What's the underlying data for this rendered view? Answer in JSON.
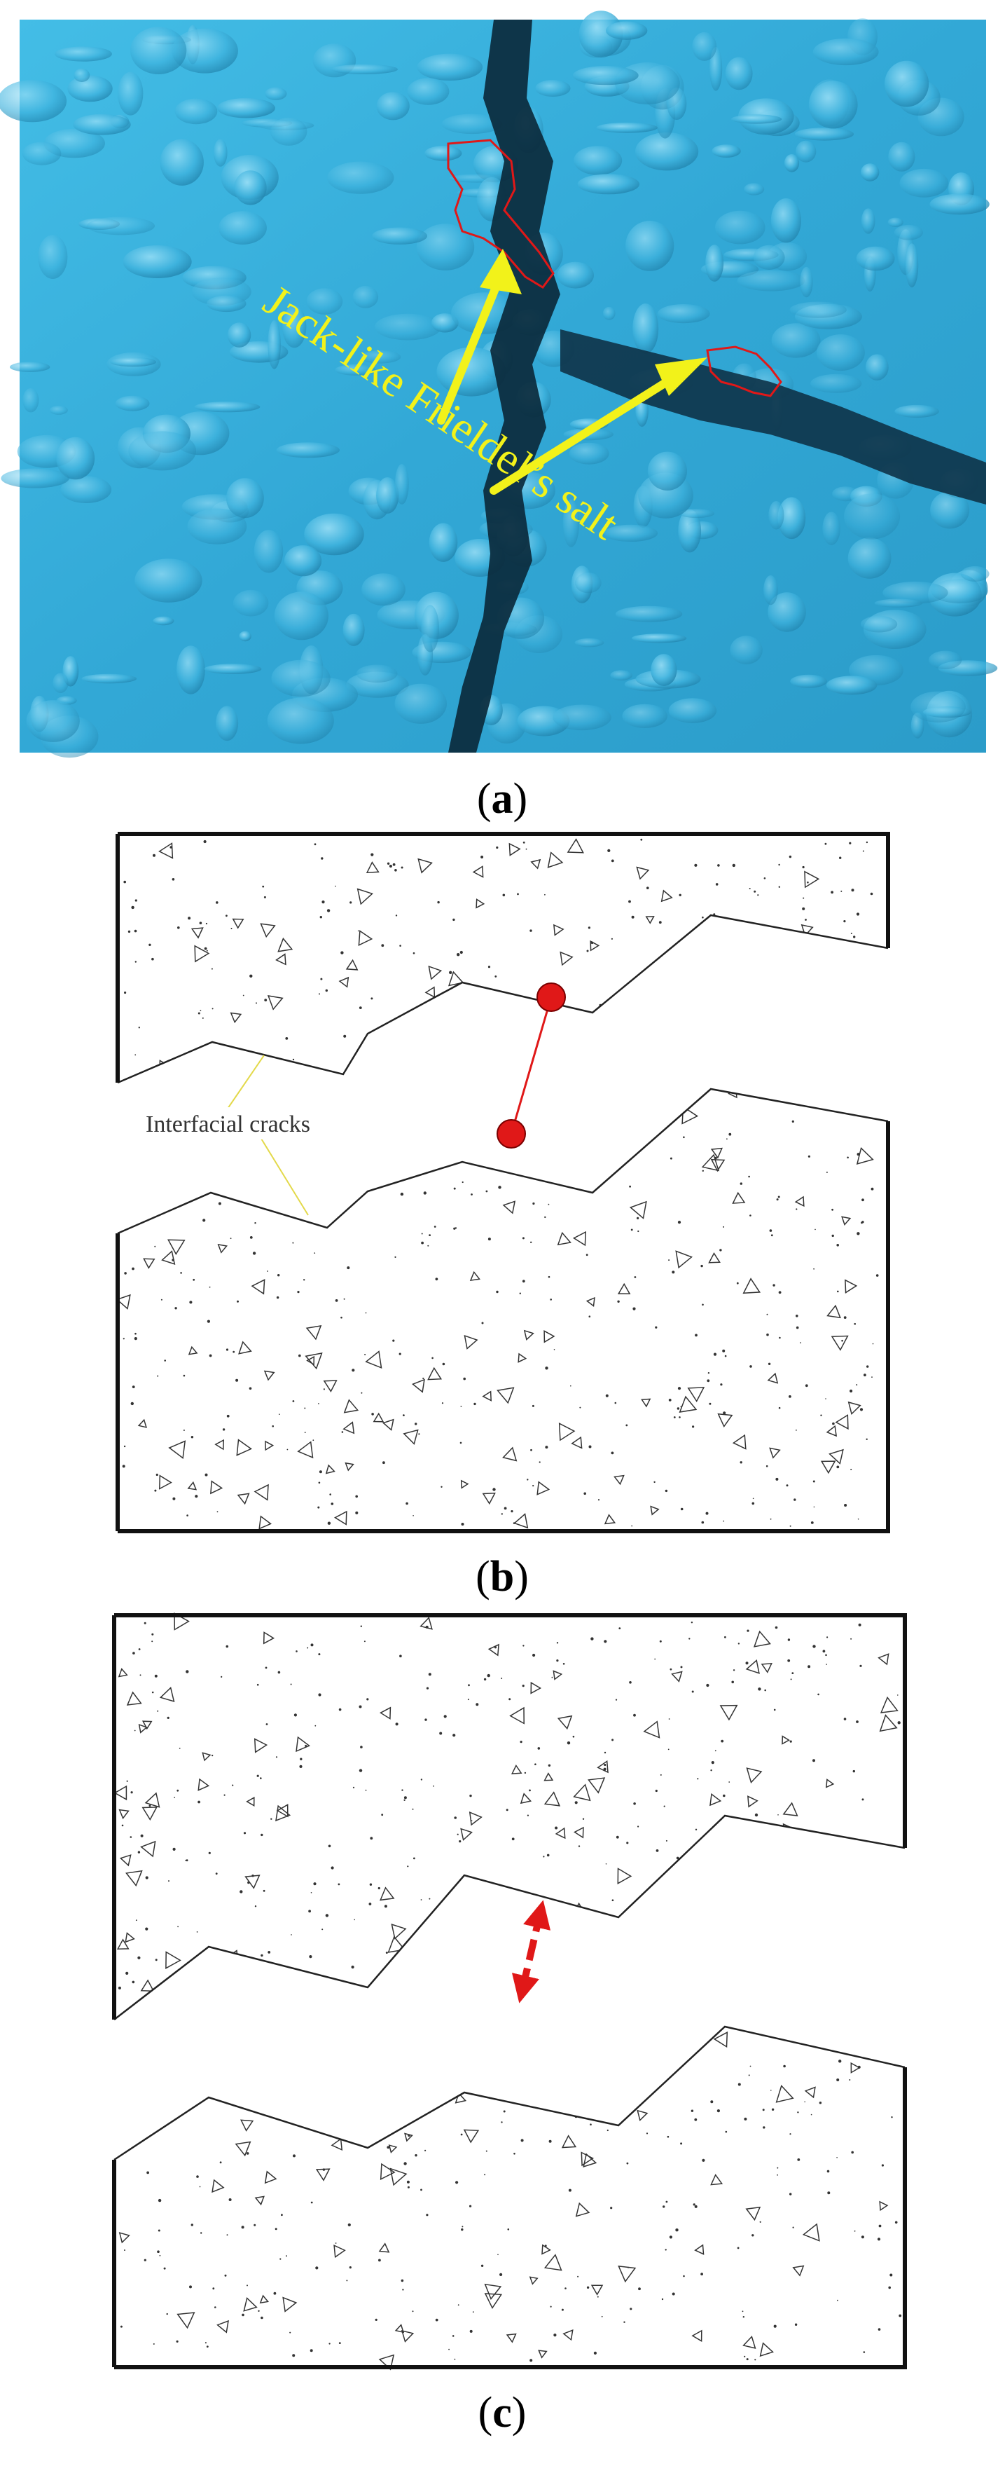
{
  "panels": [
    {
      "id": "a",
      "label_open": "(",
      "label_letter": "a",
      "label_close": ")"
    },
    {
      "id": "b",
      "label_open": "(",
      "label_letter": "b",
      "label_close": ")"
    },
    {
      "id": "c",
      "label_open": "(",
      "label_letter": "c",
      "label_close": ")"
    }
  ],
  "annotations": {
    "sem_label": "Jack-like Frieldel’s salt",
    "crack_label": "Interfacial cracks"
  },
  "colors": {
    "sem_blue": "#3ab4e0",
    "sem_dark": "#0b2a3c",
    "arrow_yellow": "#f2f21a",
    "highlight_red": "#e01818"
  }
}
